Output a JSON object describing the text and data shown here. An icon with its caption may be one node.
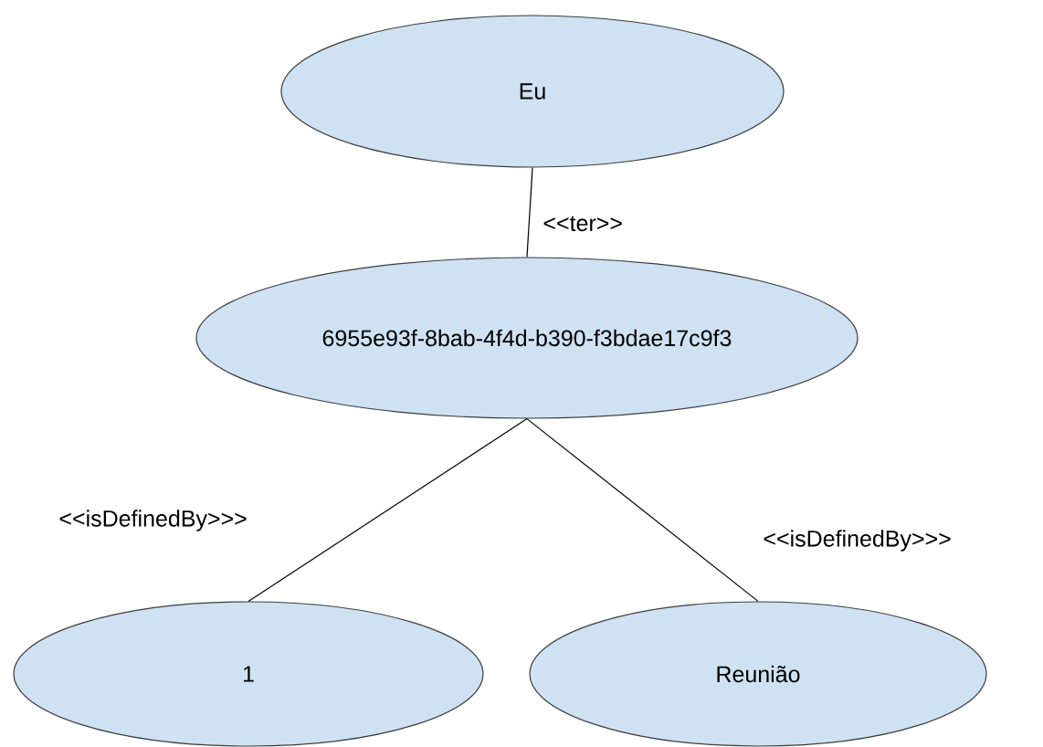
{
  "diagram": {
    "nodes": [
      {
        "text": [
          "Eu"
        ]
      },
      {
        "text": [
          "6955e93f-8bab-4f4d-b390-f3bdae17c9f3"
        ]
      },
      {
        "text": [
          "1"
        ]
      },
      {
        "text": [
          "Reunião"
        ]
      }
    ],
    "edges": [
      {
        "from": 0,
        "to": 1,
        "arrow": "none",
        "label": "<<ter>>"
      },
      {
        "from": 1,
        "to": 2,
        "arrow": "none",
        "label": "<<isDefinedBy>>>"
      },
      {
        "from": 1,
        "to": 3,
        "arrow": "none",
        "label": "<<isDefinedBy>>>"
      }
    ]
  }
}
